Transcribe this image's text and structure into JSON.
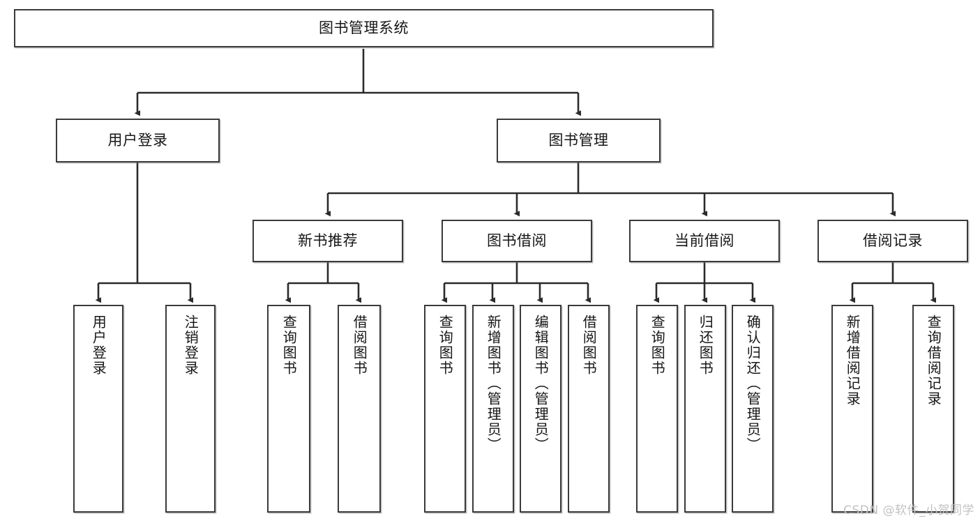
{
  "diagram": {
    "type": "tree-hierarchy",
    "title": "图书管理系统",
    "colors": {
      "box_border": "#3a3a3a",
      "box_fill": "#ffffff",
      "edge": "#2b2b2b",
      "text": "#161616",
      "watermark": "#c2c2c2",
      "background": "#ffffff"
    },
    "levels": [
      {
        "level": 1,
        "nodes": [
          {
            "id": "root",
            "label": "图书管理系统",
            "orientation": "horizontal"
          }
        ]
      },
      {
        "level": 2,
        "nodes": [
          {
            "id": "login",
            "label": "用户登录",
            "orientation": "horizontal",
            "parent": "root"
          },
          {
            "id": "bookmgmt",
            "label": "图书管理",
            "orientation": "horizontal",
            "parent": "root"
          }
        ]
      },
      {
        "level": 3,
        "nodes": [
          {
            "id": "newbook",
            "label": "新书推荐",
            "orientation": "horizontal",
            "parent": "bookmgmt"
          },
          {
            "id": "borrow",
            "label": "图书借阅",
            "orientation": "horizontal",
            "parent": "bookmgmt"
          },
          {
            "id": "current",
            "label": "当前借阅",
            "orientation": "horizontal",
            "parent": "bookmgmt"
          },
          {
            "id": "records",
            "label": "借阅记录",
            "orientation": "horizontal",
            "parent": "bookmgmt"
          }
        ]
      },
      {
        "level": 4,
        "nodes": [
          {
            "id": "leaf-user-login",
            "label": "用户登录",
            "orientation": "vertical",
            "parent": "login"
          },
          {
            "id": "leaf-user-logout",
            "label": "注销登录",
            "orientation": "vertical",
            "parent": "login"
          },
          {
            "id": "leaf-new-query",
            "label": "查询图书",
            "orientation": "vertical",
            "parent": "newbook"
          },
          {
            "id": "leaf-new-borrow",
            "label": "借阅图书",
            "orientation": "vertical",
            "parent": "newbook"
          },
          {
            "id": "leaf-borrow-query",
            "label": "查询图书",
            "orientation": "vertical",
            "parent": "borrow"
          },
          {
            "id": "leaf-borrow-add",
            "label": "新增图书（管理员）",
            "orientation": "vertical",
            "parent": "borrow"
          },
          {
            "id": "leaf-borrow-edit",
            "label": "编辑图书（管理员）",
            "orientation": "vertical",
            "parent": "borrow"
          },
          {
            "id": "leaf-borrow-take",
            "label": "借阅图书",
            "orientation": "vertical",
            "parent": "borrow"
          },
          {
            "id": "leaf-cur-query",
            "label": "查询图书",
            "orientation": "vertical",
            "parent": "current"
          },
          {
            "id": "leaf-cur-return",
            "label": "归还图书",
            "orientation": "vertical",
            "parent": "current"
          },
          {
            "id": "leaf-cur-confirm",
            "label": "确认归还（管理员）",
            "orientation": "vertical",
            "parent": "current"
          },
          {
            "id": "leaf-rec-add",
            "label": "新增借阅记录",
            "orientation": "vertical",
            "parent": "records"
          },
          {
            "id": "leaf-rec-query",
            "label": "查询借阅记录",
            "orientation": "vertical",
            "parent": "records"
          }
        ]
      }
    ]
  },
  "watermark": {
    "text": "CSDN @软件_小贺同学"
  }
}
